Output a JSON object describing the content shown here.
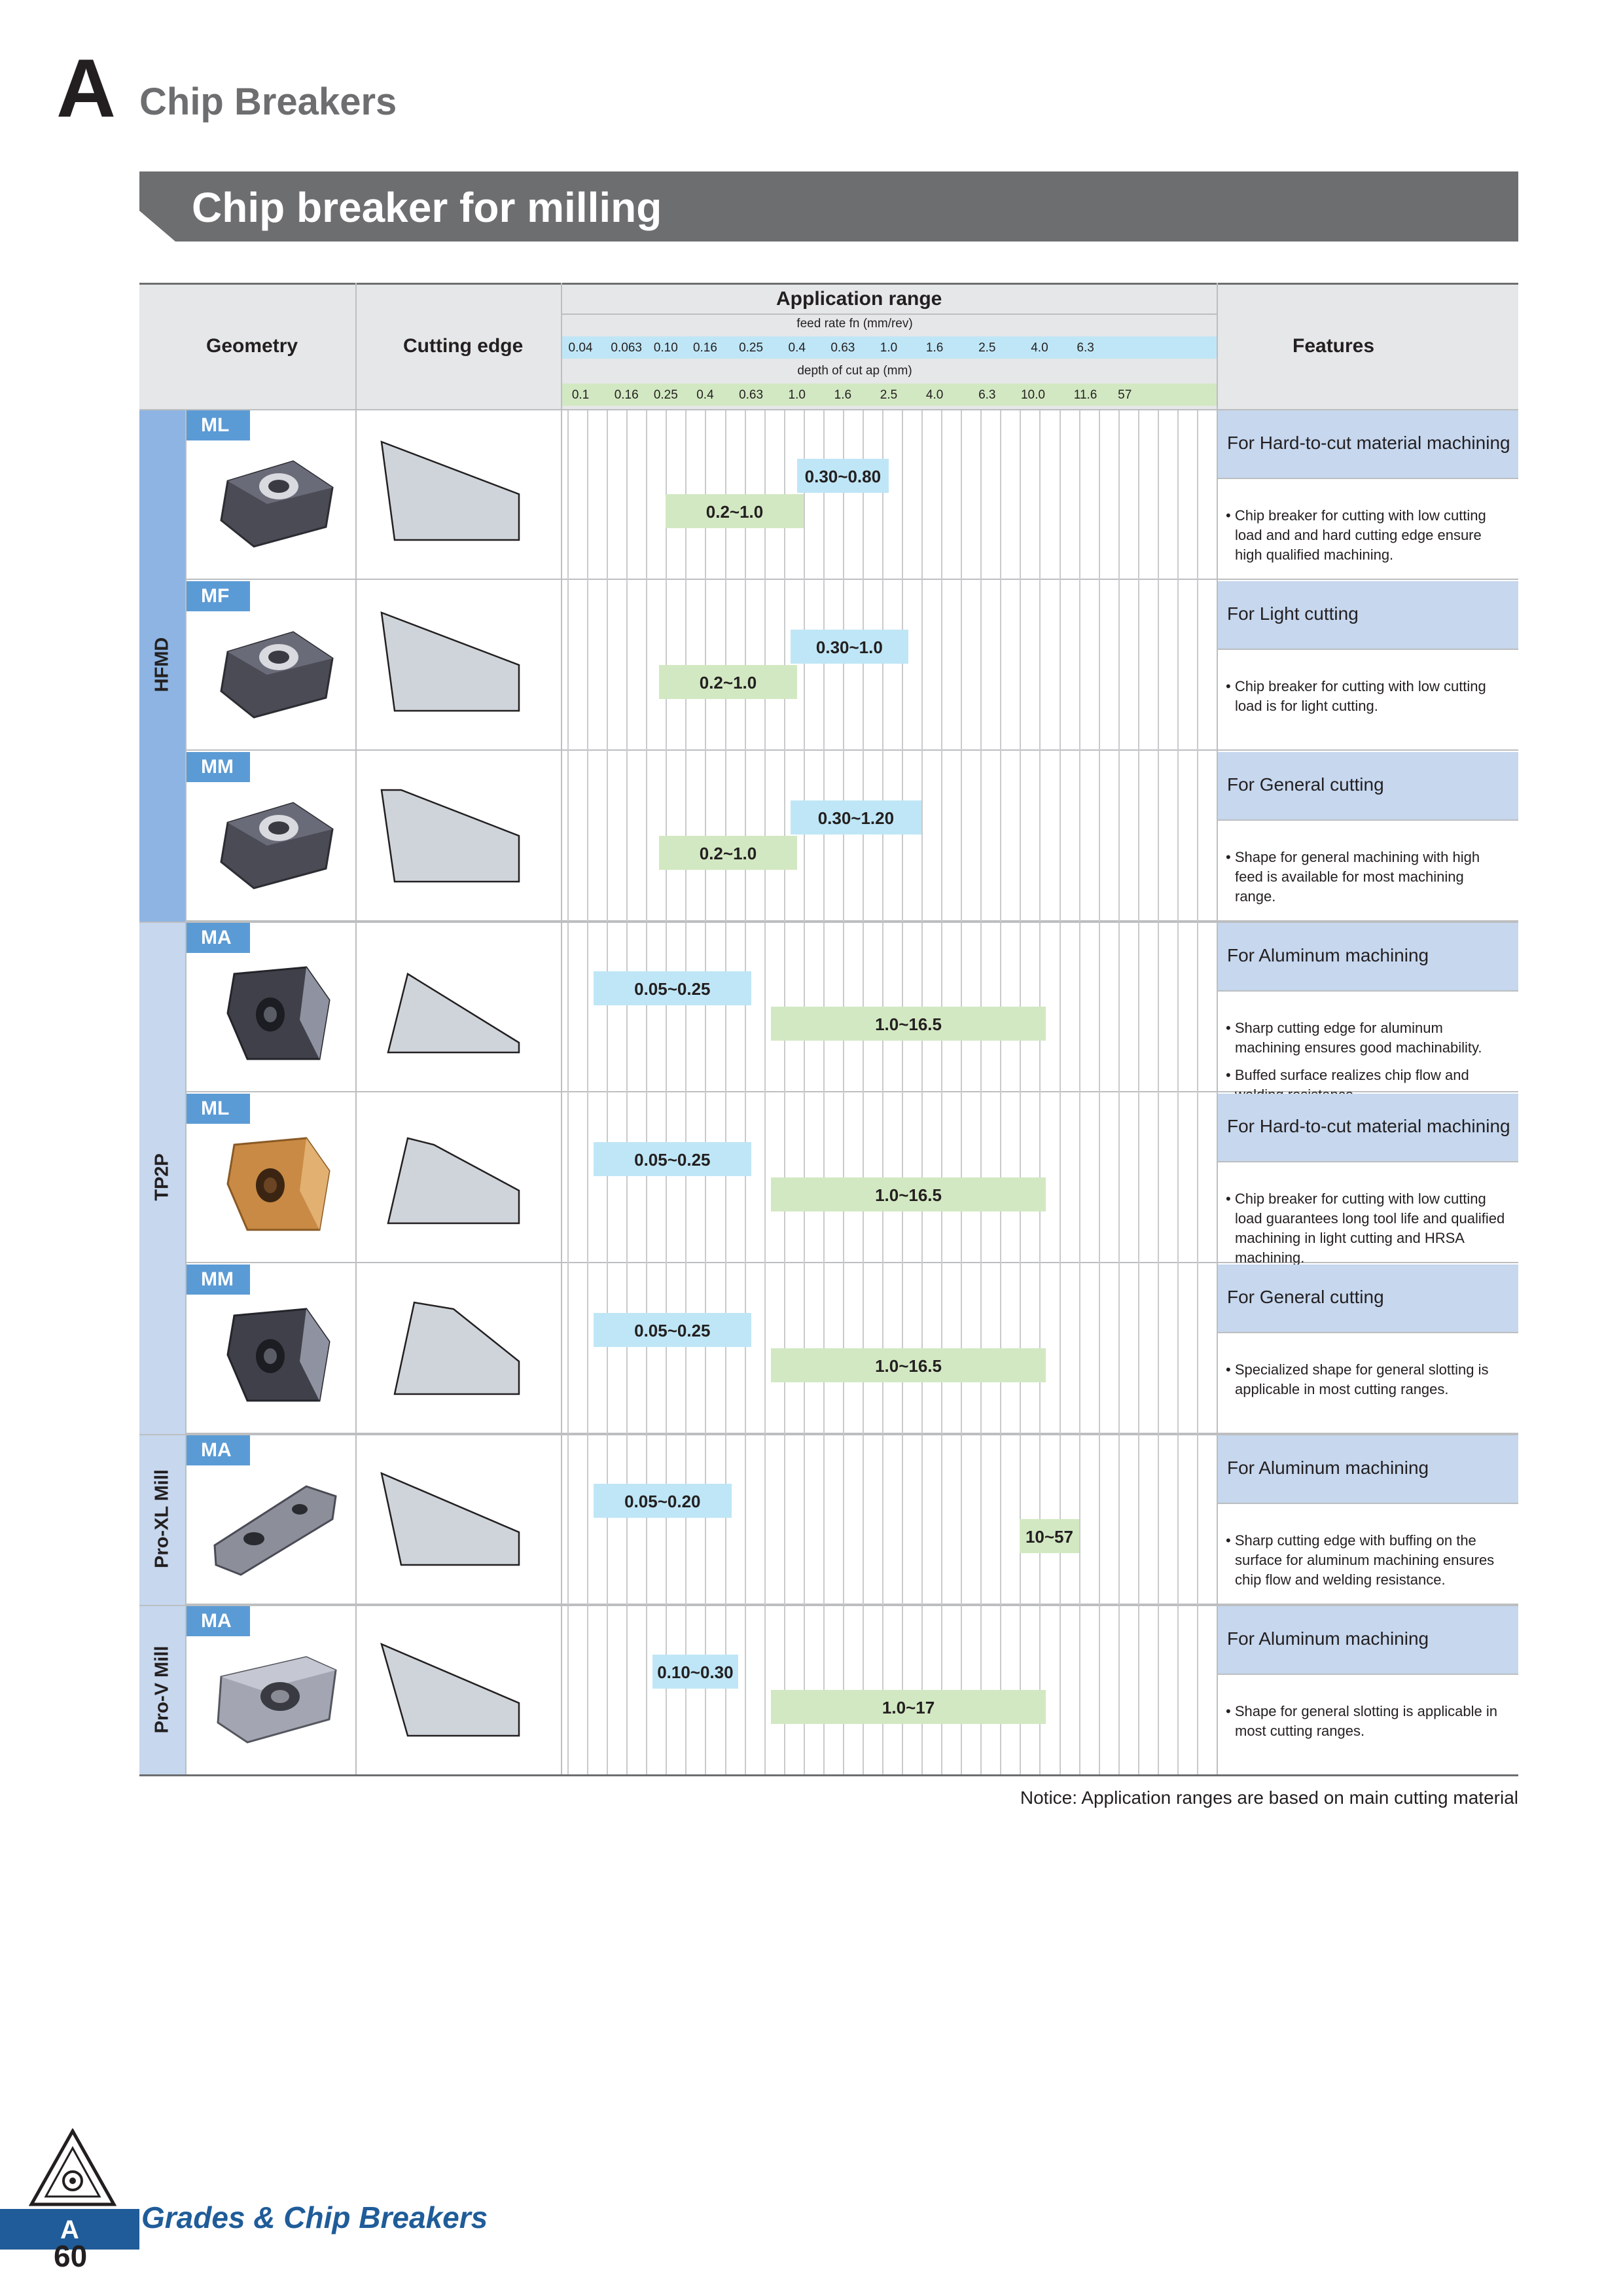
{
  "header": {
    "letter": "A",
    "title": "Chip Breakers"
  },
  "banner": {
    "title": "Chip breaker for milling"
  },
  "table": {
    "columns": {
      "geometry": "Geometry",
      "cutting_edge": "Cutting edge",
      "application_range": "Application range",
      "feed_rate_title": "feed rate fn (mm/rev)",
      "depth_title": "depth of cut ap (mm)",
      "features": "Features"
    },
    "feed_scale": [
      "0.04",
      "0.063",
      "0.10",
      "0.16",
      "0.25",
      "0.4",
      "0.63",
      "1.0",
      "1.6",
      "2.5",
      "4.0",
      "6.3"
    ],
    "depth_scale": [
      "0.1",
      "0.16",
      "0.25",
      "0.4",
      "0.63",
      "1.0",
      "1.6",
      "2.5",
      "4.0",
      "6.3",
      "10.0",
      "11.6",
      "57"
    ],
    "colors": {
      "feed_bar": "#bfe6f6",
      "depth_bar": "#d2e8c2",
      "feature_header": "#c6d7ee",
      "badge": "#5b9bd5",
      "hfmd_side": "#8db4e2",
      "tp2p_side": "#c6d7ee"
    },
    "families": [
      {
        "name": "HFMD"
      },
      {
        "name": "TP2P"
      },
      {
        "name": "Pro-XL Mill"
      },
      {
        "name": "Pro-V Mill"
      }
    ],
    "rows": [
      {
        "code": "ML",
        "feed": "0.30~0.80",
        "depth": "0.2~1.0",
        "feature_title": "For Hard-to-cut material machining",
        "features": [
          "• Chip breaker for cutting with low cutting load and and hard cutting edge ensure high qualified machining."
        ]
      },
      {
        "code": "MF",
        "feed": "0.30~1.0",
        "depth": "0.2~1.0",
        "feature_title": "For Light cutting",
        "features": [
          "• Chip breaker for cutting with low cutting load is for light cutting."
        ]
      },
      {
        "code": "MM",
        "feed": "0.30~1.20",
        "depth": "0.2~1.0",
        "feature_title": "For General cutting",
        "features": [
          "• Shape for general machining with high feed is available for most machining range."
        ]
      },
      {
        "code": "MA",
        "feed": "0.05~0.25",
        "depth": "1.0~16.5",
        "feature_title": "For Aluminum machining",
        "features": [
          "• Sharp cutting edge for aluminum machining ensures good machinability.",
          "• Buffed surface realizes chip flow and welding resistance."
        ]
      },
      {
        "code": "ML",
        "feed": "0.05~0.25",
        "depth": "1.0~16.5",
        "feature_title": "For Hard-to-cut material machining",
        "features": [
          "• Chip breaker for cutting with low cutting load guarantees long tool life and qualified machining in light cutting and HRSA machining."
        ]
      },
      {
        "code": "MM",
        "feed": "0.05~0.25",
        "depth": "1.0~16.5",
        "feature_title": "For General cutting",
        "features": [
          "• Specialized shape for general slotting is applicable in most cutting ranges."
        ]
      },
      {
        "code": "MA",
        "feed": "0.05~0.20",
        "depth": "10~57",
        "feature_title": "For Aluminum machining",
        "features": [
          "• Sharp cutting edge with buffing on the surface for aluminum machining ensures chip flow and welding resistance."
        ]
      },
      {
        "code": "MA",
        "feed": "0.10~0.30",
        "depth": "1.0~17",
        "feature_title": "For Aluminum machining",
        "features": [
          "• Shape for general slotting is applicable in most cutting ranges."
        ]
      }
    ]
  },
  "notice": "Notice: Application ranges are based on main cutting material",
  "footer": {
    "letter": "A",
    "title": "Grades & Chip Breakers",
    "page": "60"
  }
}
